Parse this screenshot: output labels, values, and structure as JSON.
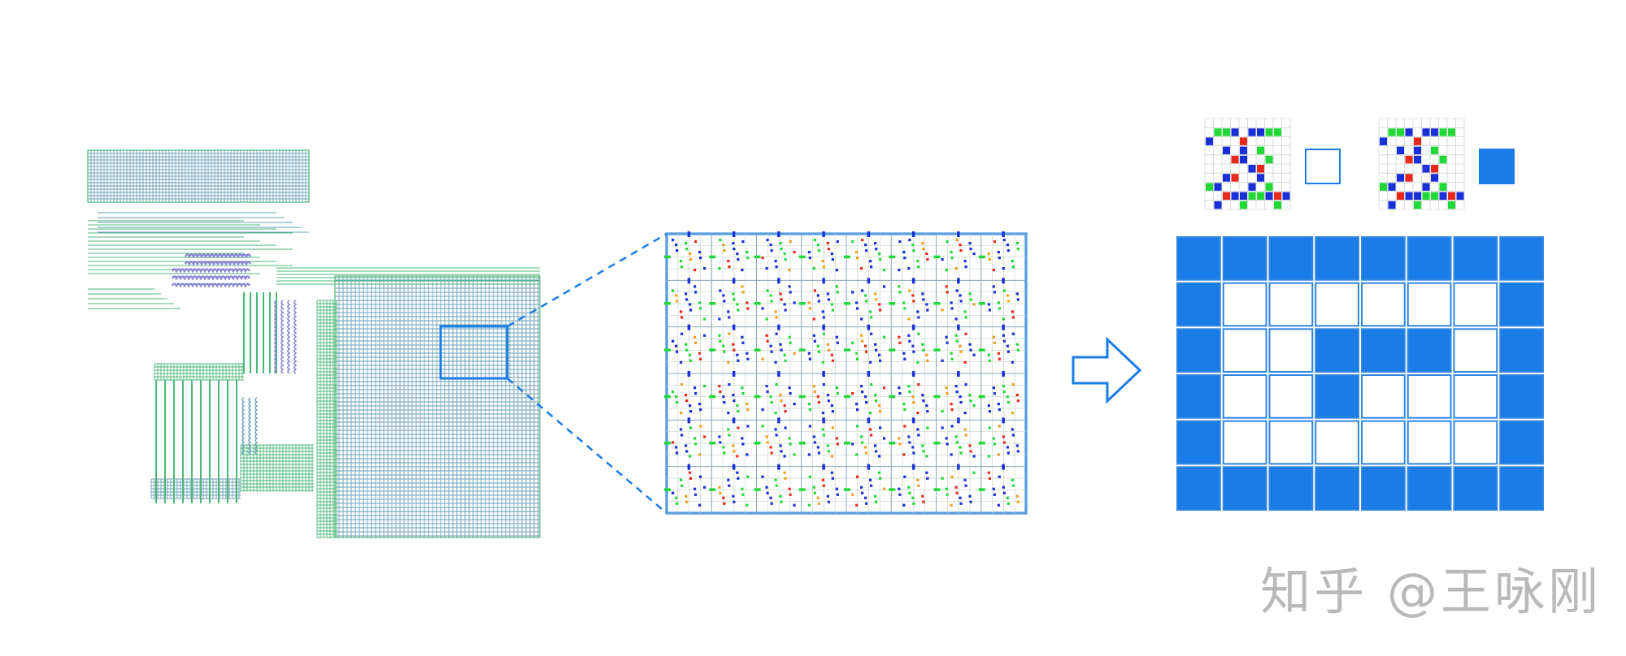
{
  "diagram": {
    "colors": {
      "trace_green": "#4cb878",
      "trace_blue": "#6aa0b8",
      "coil_purple": "#8a86d8",
      "accent_blue": "#1a7ce6",
      "cell_stroke": "#2f86e0",
      "dot_blue": "#1a2fd8",
      "dot_green": "#22d838",
      "dot_red": "#e8281c",
      "dot_orange": "#f0a020",
      "grid_light": "#c8d8c8"
    },
    "zoom_grid": {
      "cols": 8,
      "rows": 6
    },
    "legend": [
      {
        "state": "empty"
      },
      {
        "state": "filled"
      }
    ],
    "binary_grid": {
      "rows": [
        [
          1,
          1,
          1,
          1,
          1,
          1,
          1,
          1
        ],
        [
          1,
          0,
          0,
          0,
          0,
          0,
          0,
          1
        ],
        [
          1,
          0,
          0,
          1,
          1,
          1,
          0,
          1
        ],
        [
          1,
          0,
          0,
          1,
          0,
          0,
          0,
          1
        ],
        [
          1,
          0,
          0,
          0,
          0,
          0,
          0,
          1
        ],
        [
          1,
          1,
          1,
          1,
          1,
          1,
          1,
          1
        ]
      ]
    },
    "arrow": {
      "icon": "right-arrow-icon"
    },
    "watermark": "知乎 @王咏刚"
  }
}
